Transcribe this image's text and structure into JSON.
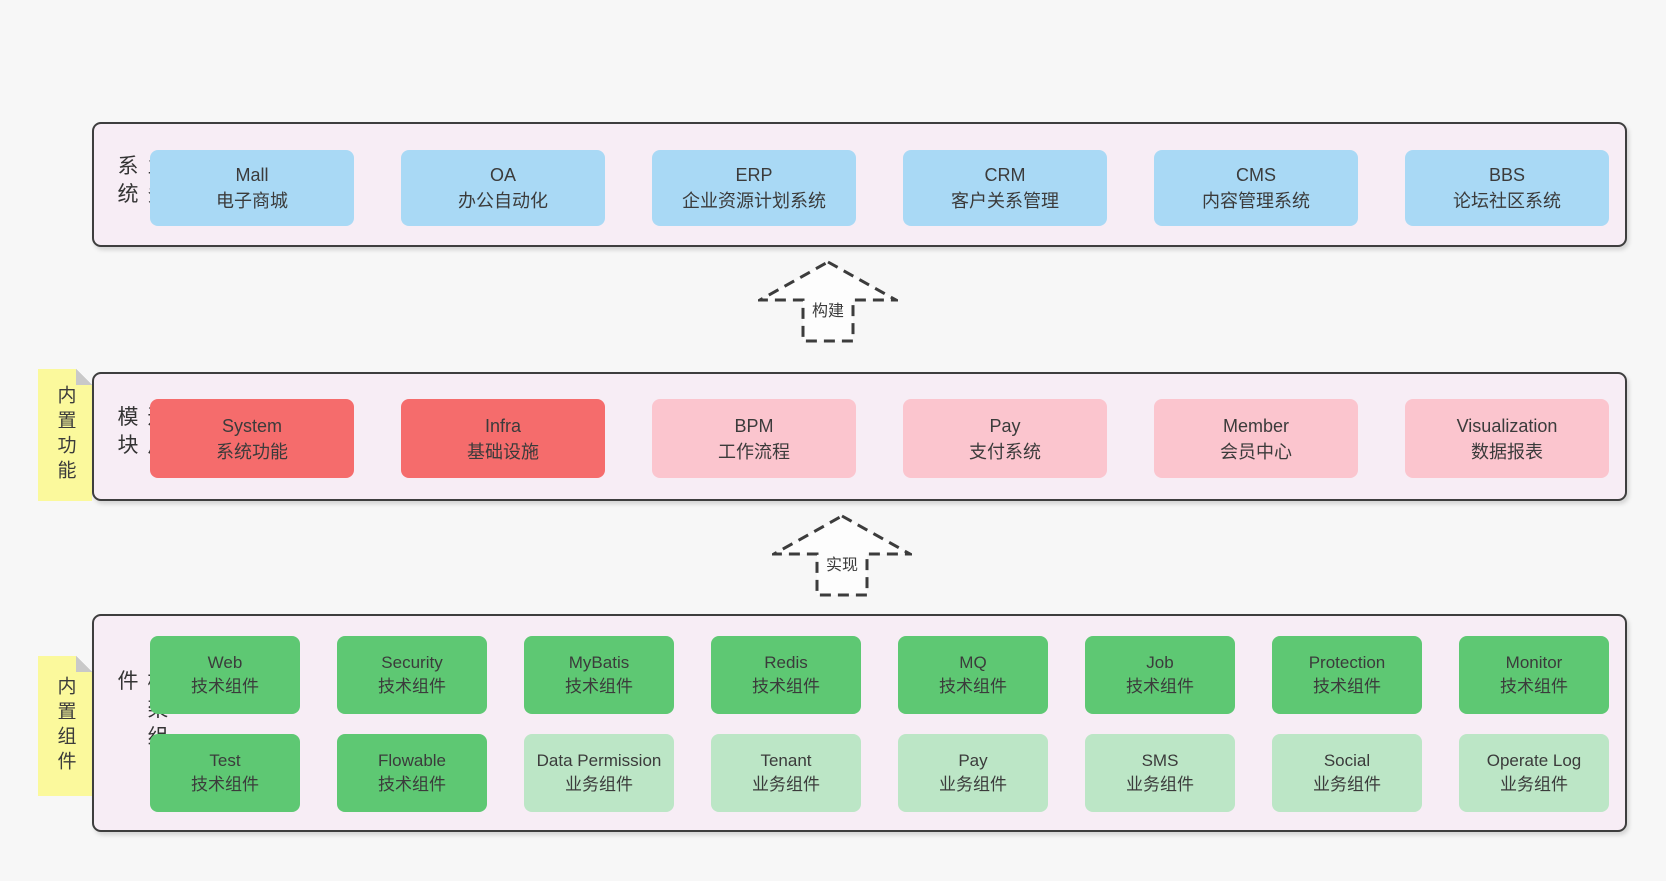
{
  "page": {
    "background": "#f7f7f7"
  },
  "colors": {
    "container_fill": "#f7edf5",
    "container_border": "#3e3e3e",
    "blue_box": "#a9d9f5",
    "red_box": "#f56c6c",
    "pink_box": "#fbc5ce",
    "green_box": "#5ec873",
    "light_green_box": "#bce6c6",
    "sticky_note": "#fbf99c",
    "text": "#3b3b3b"
  },
  "arrows": [
    {
      "label": "构建"
    },
    {
      "label": "实现"
    }
  ],
  "layers": [
    {
      "label": "业务系统",
      "boxes": [
        {
          "title": "Mall",
          "subtitle": "电子商城"
        },
        {
          "title": "OA",
          "subtitle": "办公自动化"
        },
        {
          "title": "ERP",
          "subtitle": "企业资源计划系统"
        },
        {
          "title": "CRM",
          "subtitle": "客户关系管理"
        },
        {
          "title": "CMS",
          "subtitle": "内容管理系统"
        },
        {
          "title": "BBS",
          "subtitle": "论坛社区系统"
        }
      ]
    },
    {
      "label": "通用模块",
      "note": "内置功能",
      "boxes": [
        {
          "title": "System",
          "subtitle": "系统功能"
        },
        {
          "title": "Infra",
          "subtitle": "基础设施"
        },
        {
          "title": "BPM",
          "subtitle": "工作流程"
        },
        {
          "title": "Pay",
          "subtitle": "支付系统"
        },
        {
          "title": "Member",
          "subtitle": "会员中心"
        },
        {
          "title": "Visualization",
          "subtitle": "数据报表"
        }
      ]
    },
    {
      "label": "框架组件",
      "note": "内置组件",
      "rows": [
        [
          {
            "title": "Web",
            "subtitle": "技术组件"
          },
          {
            "title": "Security",
            "subtitle": "技术组件"
          },
          {
            "title": "MyBatis",
            "subtitle": "技术组件"
          },
          {
            "title": "Redis",
            "subtitle": "技术组件"
          },
          {
            "title": "MQ",
            "subtitle": "技术组件"
          },
          {
            "title": "Job",
            "subtitle": "技术组件"
          },
          {
            "title": "Protection",
            "subtitle": "技术组件"
          },
          {
            "title": "Monitor",
            "subtitle": "技术组件"
          }
        ],
        [
          {
            "title": "Test",
            "subtitle": "技术组件"
          },
          {
            "title": "Flowable",
            "subtitle": "技术组件"
          },
          {
            "title": "Data Permission",
            "subtitle": "业务组件"
          },
          {
            "title": "Tenant",
            "subtitle": "业务组件"
          },
          {
            "title": "Pay",
            "subtitle": "业务组件"
          },
          {
            "title": "SMS",
            "subtitle": "业务组件"
          },
          {
            "title": "Social",
            "subtitle": "业务组件"
          },
          {
            "title": "Operate Log",
            "subtitle": "业务组件"
          }
        ]
      ]
    }
  ]
}
